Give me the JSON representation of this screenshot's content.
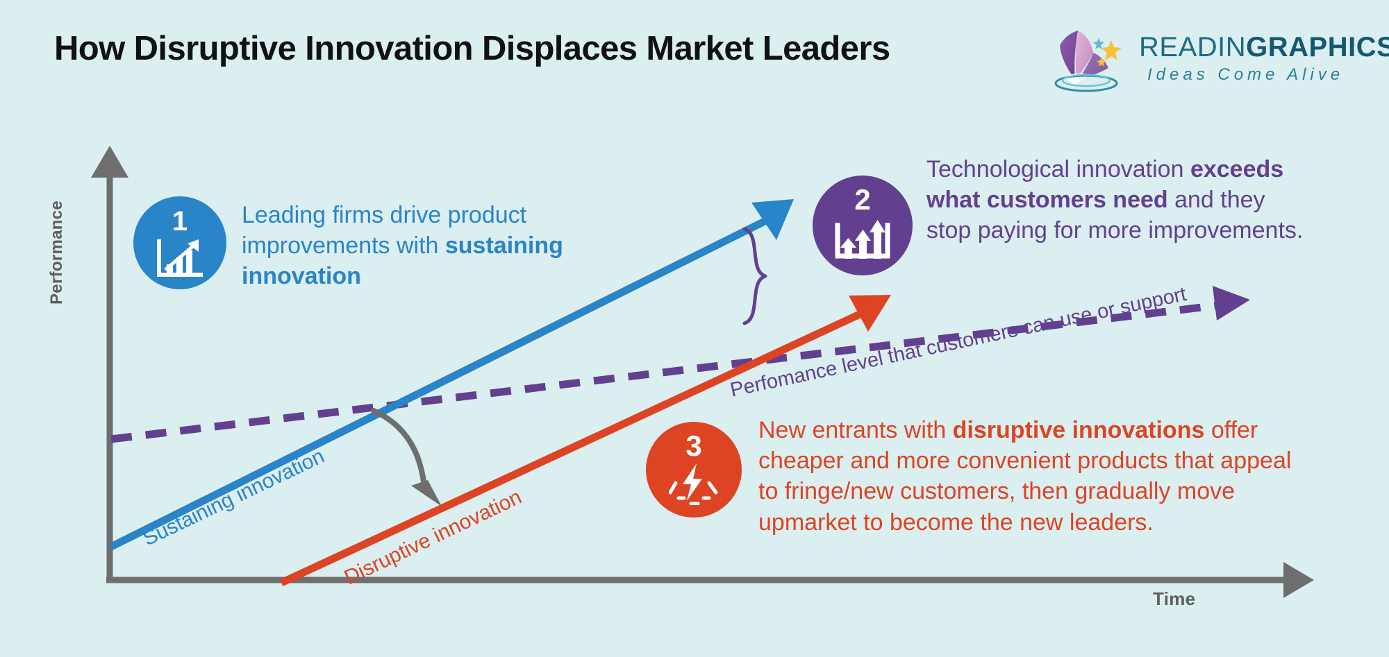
{
  "header": {
    "title": "How Disruptive Innovation Displaces Market Leaders",
    "logo": {
      "word_light": "READIN",
      "word_bold": "GRAPHICS",
      "tagline": "Ideas Come Alive"
    }
  },
  "chart_data": {
    "type": "line",
    "title": "How Disruptive Innovation Displaces Market Leaders",
    "xlabel": "Time",
    "ylabel": "Performance",
    "grid": false,
    "legend": "inline-labels",
    "axis_color": "#6e6e6e",
    "background": "#dbeef0",
    "xlim": [
      0,
      100
    ],
    "ylim": [
      0,
      100
    ],
    "series": [
      {
        "name": "Sustaining innovation",
        "label": "Sustaining innovation",
        "color": "#2a84c8",
        "style": "solid",
        "arrow": true,
        "x": [
          0,
          100
        ],
        "y": [
          18,
          92
        ]
      },
      {
        "name": "Disruptive innovation",
        "label": "Disruptive innovation",
        "color": "#dd4423",
        "style": "solid",
        "arrow": true,
        "x": [
          18,
          100
        ],
        "y": [
          0,
          72
        ]
      },
      {
        "name": "Perfomance level that customers can use or support",
        "label": "Perfomance level that customers can use or support",
        "color": "#63408f",
        "style": "dashed",
        "arrow": true,
        "x": [
          0,
          100
        ],
        "y": [
          33,
          70
        ]
      }
    ],
    "annotations": [
      {
        "name": "performance-gap-brace",
        "color": "#63408f",
        "shape": "curly-brace",
        "meaning": "gap between sustaining innovation and customer-usable performance"
      },
      {
        "name": "displacement-arrow",
        "color": "#6e6e6e",
        "shape": "curved-arrow",
        "meaning": "leaders displaced by disruptors"
      }
    ]
  },
  "steps": [
    {
      "number": "1",
      "color": "#2a84c8",
      "icon": "bar-chart-growth-icon",
      "text_parts": [
        {
          "text": "Leading firms drive product improvements with ",
          "bold": false
        },
        {
          "text": "sustaining innovation",
          "bold": true
        }
      ]
    },
    {
      "number": "2",
      "color": "#63408f",
      "icon": "rising-arrows-chart-icon",
      "text_parts": [
        {
          "text": "Technological innovation ",
          "bold": false
        },
        {
          "text": "exceeds what customers need",
          "bold": true
        },
        {
          "text": " and they stop paying for more improvements.",
          "bold": false
        }
      ]
    },
    {
      "number": "3",
      "color": "#dd4423",
      "icon": "lightning-bolt-impact-icon",
      "text_parts": [
        {
          "text": "New entrants with ",
          "bold": false
        },
        {
          "text": "disruptive innovations",
          "bold": true
        },
        {
          "text": " offer cheaper and more convenient products that appeal to fringe/new customers, then gradually move upmarket to become the new leaders.",
          "bold": false
        }
      ]
    }
  ],
  "axis": {
    "y_label": "Performance",
    "x_label": "Time"
  },
  "curve_labels": {
    "sustaining": "Sustaining innovation",
    "disruptive": "Disruptive innovation",
    "performance_level": "Perfomance level that customers can use or support"
  },
  "colors": {
    "background": "#dbeef0",
    "blue": "#2a84c8",
    "purple": "#63408f",
    "red": "#dd4423",
    "axis_gray": "#6e6e6e",
    "title_black": "#111111",
    "logo_teal": "#1f6b85"
  }
}
